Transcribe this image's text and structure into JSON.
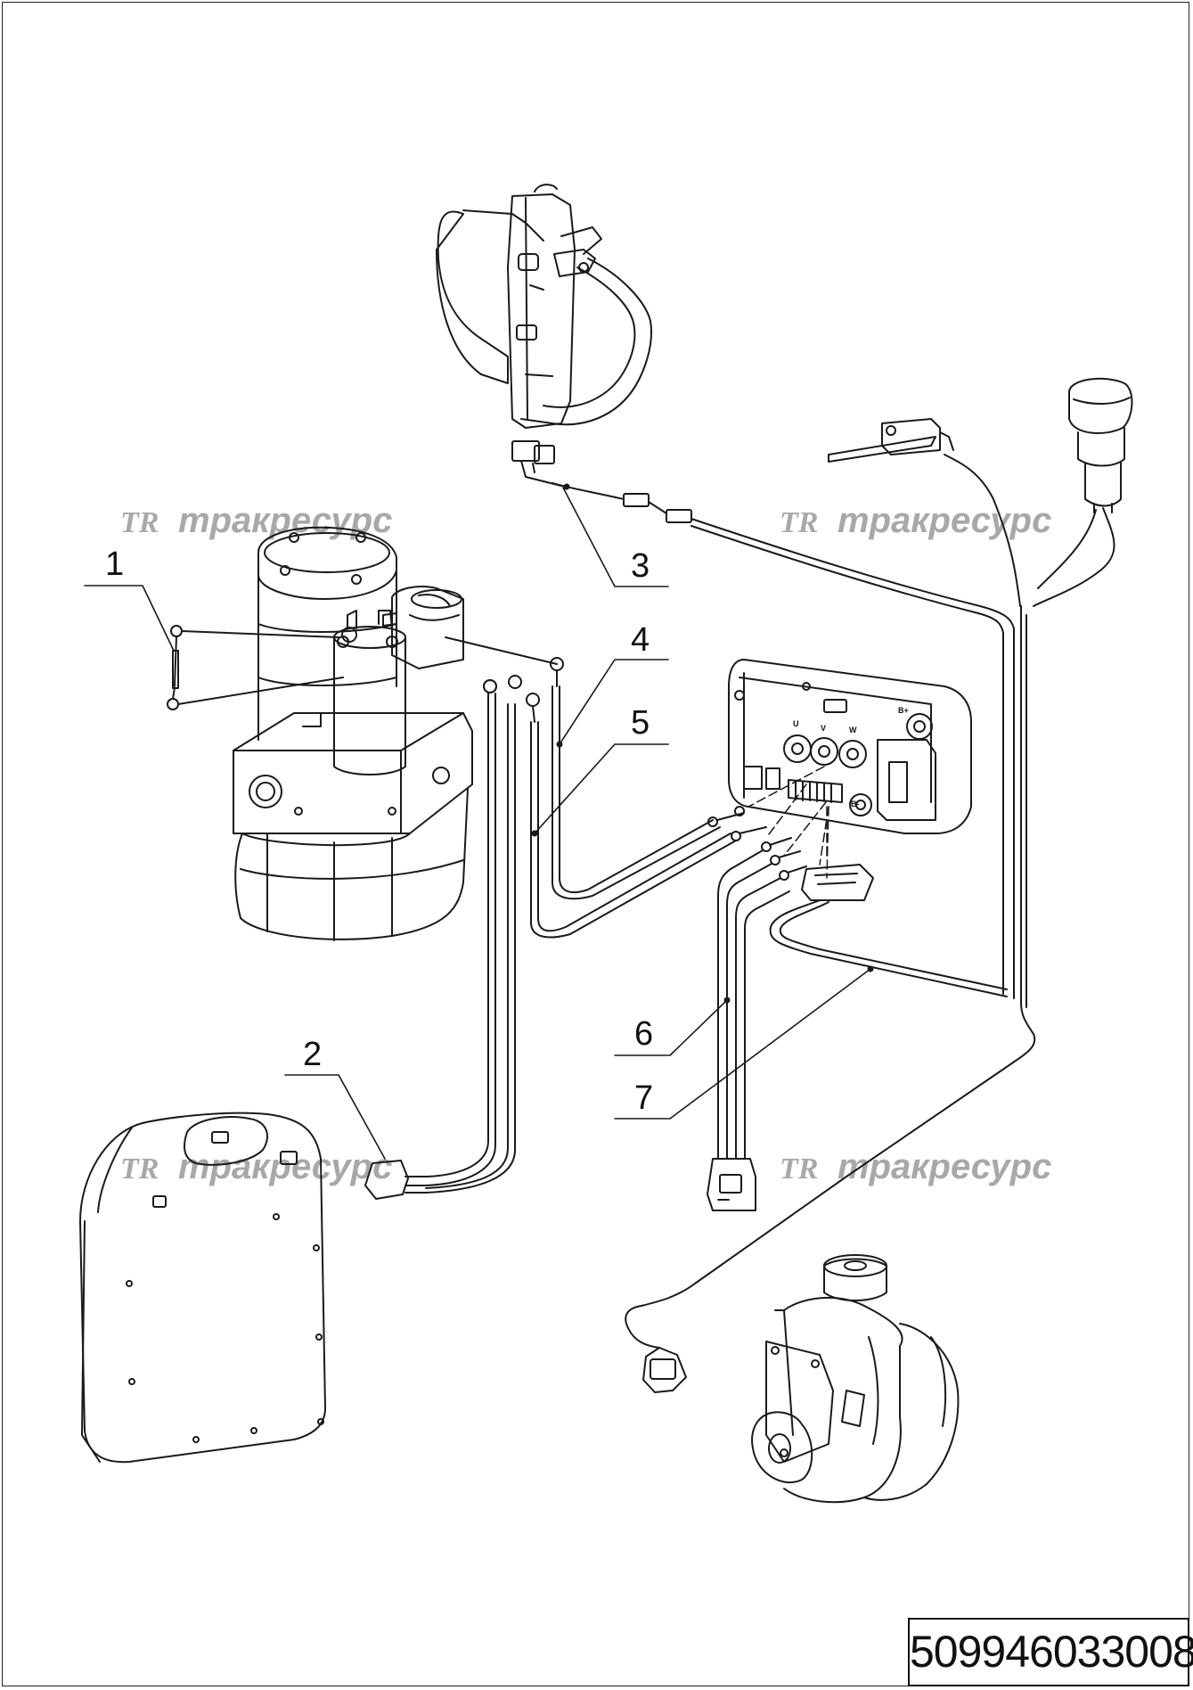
{
  "watermark": {
    "logo": "TR",
    "text": "тракресурс"
  },
  "callouts": [
    {
      "id": "1",
      "text": "1"
    },
    {
      "id": "2",
      "text": "2"
    },
    {
      "id": "3",
      "text": "3"
    },
    {
      "id": "4",
      "text": "4"
    },
    {
      "id": "5",
      "text": "5"
    },
    {
      "id": "6",
      "text": "6"
    },
    {
      "id": "7",
      "text": "7"
    }
  ],
  "controller_terminals": {
    "u": "U",
    "v": "V",
    "w": "W",
    "b_plus": "B+",
    "b_minus": "B-"
  },
  "document_number": "509946033008",
  "colors": {
    "line": "#1a1a1a",
    "watermark": "#a8a8a8"
  }
}
